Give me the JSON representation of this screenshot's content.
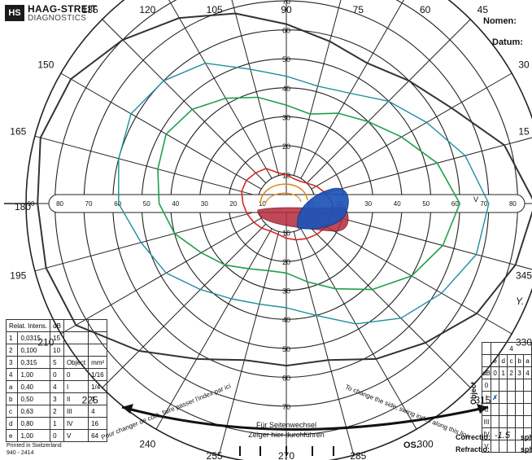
{
  "header": {
    "logo": "HS",
    "brand": "HAAG-STREIT",
    "brand_sub": "DIAGNOSTICS",
    "name_label": "Nomen:",
    "date_label": "Datum:"
  },
  "perimeter": {
    "angle_labels": [
      "120",
      "105",
      "90",
      "75",
      "60",
      "45",
      "30",
      "15",
      "345",
      "330",
      "315",
      "300",
      "285",
      "270",
      "255",
      "240",
      "225",
      "210",
      "195",
      "180",
      "165",
      "150",
      "135"
    ],
    "upper_scale": [
      "70",
      "60",
      "50",
      "40",
      "30",
      "20",
      "10"
    ],
    "lower_scale": [
      "10",
      "20",
      "30",
      "40",
      "50",
      "60",
      "70"
    ],
    "left_scale": [
      "90",
      "80",
      "70",
      "60",
      "50",
      "40",
      "30",
      "20",
      "10"
    ],
    "right_scale": [
      "10",
      "20",
      "30",
      "40",
      "50",
      "60",
      "70",
      "80",
      "90"
    ],
    "partial_right_mark": "V",
    "isopter_colors": {
      "outer": "#333333",
      "teal": "#1b8fa0",
      "green": "#1ea04a",
      "red": "#d22a22",
      "orange": "#e08a1c",
      "blue": "#1c54b8"
    }
  },
  "intensity_table": {
    "headers": [
      "Relat. Intens.",
      "dB"
    ],
    "object_header": "Object",
    "unit": "mm²",
    "rows": [
      {
        "code": "1",
        "value": "0,0315",
        "db": "15",
        "num": "",
        "size": ""
      },
      {
        "code": "2",
        "value": "0,100",
        "db": "10",
        "num": "",
        "size": ""
      },
      {
        "code": "3",
        "value": "0,315",
        "db": "5",
        "num": "",
        "size": ""
      },
      {
        "code": "4",
        "value": "1,00",
        "db": "0",
        "num": "0",
        "size": "1/16"
      },
      {
        "code": "a",
        "value": "0,40",
        "db": "4",
        "num": "I",
        "size": "1/4"
      },
      {
        "code": "b",
        "value": "0,50",
        "db": "3",
        "num": "II",
        "size": "1"
      },
      {
        "code": "c",
        "value": "0,63",
        "db": "2",
        "num": "III",
        "size": "4"
      },
      {
        "code": "d",
        "value": "0,80",
        "db": "1",
        "num": "IV",
        "size": "16"
      },
      {
        "code": "e",
        "value": "1,00",
        "db": "0",
        "num": "V",
        "size": "64"
      }
    ]
  },
  "instructions": {
    "french": "Pour changer de côté, faire passer l'index par ici",
    "german_line1": "Für Seitenwechsel",
    "german_line2": "Zeiger hier durchführen",
    "english": "To change the side, swing index along this line"
  },
  "footer": {
    "printed": "Printed in Switzerland",
    "code": "940 - 2414",
    "eye": "OS.",
    "correction_label": "Correctio:",
    "correction_value": "-1.5",
    "correction_suffix": "sph",
    "refraction_label": "Refractio:",
    "refraction_suffix": "sph",
    "mark": "Y."
  },
  "db_grid": {
    "top_number": "4",
    "letters": [
      "e",
      "d",
      "c",
      "b",
      "a"
    ],
    "db_label": "dB",
    "dbs": [
      "0",
      "1",
      "2",
      "3",
      "4"
    ],
    "object_label": "Object",
    "rows": [
      "0",
      "I",
      "II",
      "III",
      "IV",
      "V"
    ],
    "marked_row": "I"
  }
}
